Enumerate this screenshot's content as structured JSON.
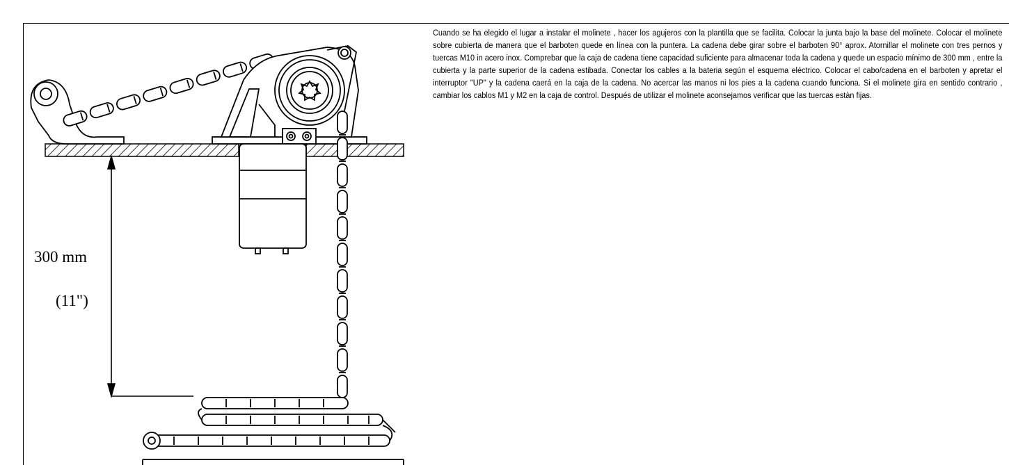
{
  "diagram": {
    "dimension_mm": "300 mm",
    "dimension_in": "(11\")"
  },
  "instructions": {
    "text": "Cuando se ha elegido el lugar a instalar el molinete , hacer los agujeros con la plantilla que se facilita. Colocar la junta bajo la base del molinete. Colocar el molinete sobre cubierta de manera que el barboten quede en línea con la puntera. La cadena debe girar sobre el barboten 90° aprox. Atornillar el molinete con tres pernos y tuercas M10 in acero inox. Comprebar que la caja de cadena tiene capacidad suficiente para almacenar toda la cadena y quede un espacio mínimo de 300 mm , entre la cubierta y la parte superior de la cadena estibada. Conectar los cables a la bateria según el esquema eléctrico. Colocar el cabo/cadena en el barboten y apretar el interruptor \"UP\" y la cadena caerá en la caja de la cadena. No acercar las manos ni los pies a la cadena cuando funciona. Si el molinete gira en sentido contrario , cambiar los cablos M1 y M2 en la caja de control. Después de utilizar el molinete aconsejamos verificar que las tuercas estàn fijas."
  }
}
